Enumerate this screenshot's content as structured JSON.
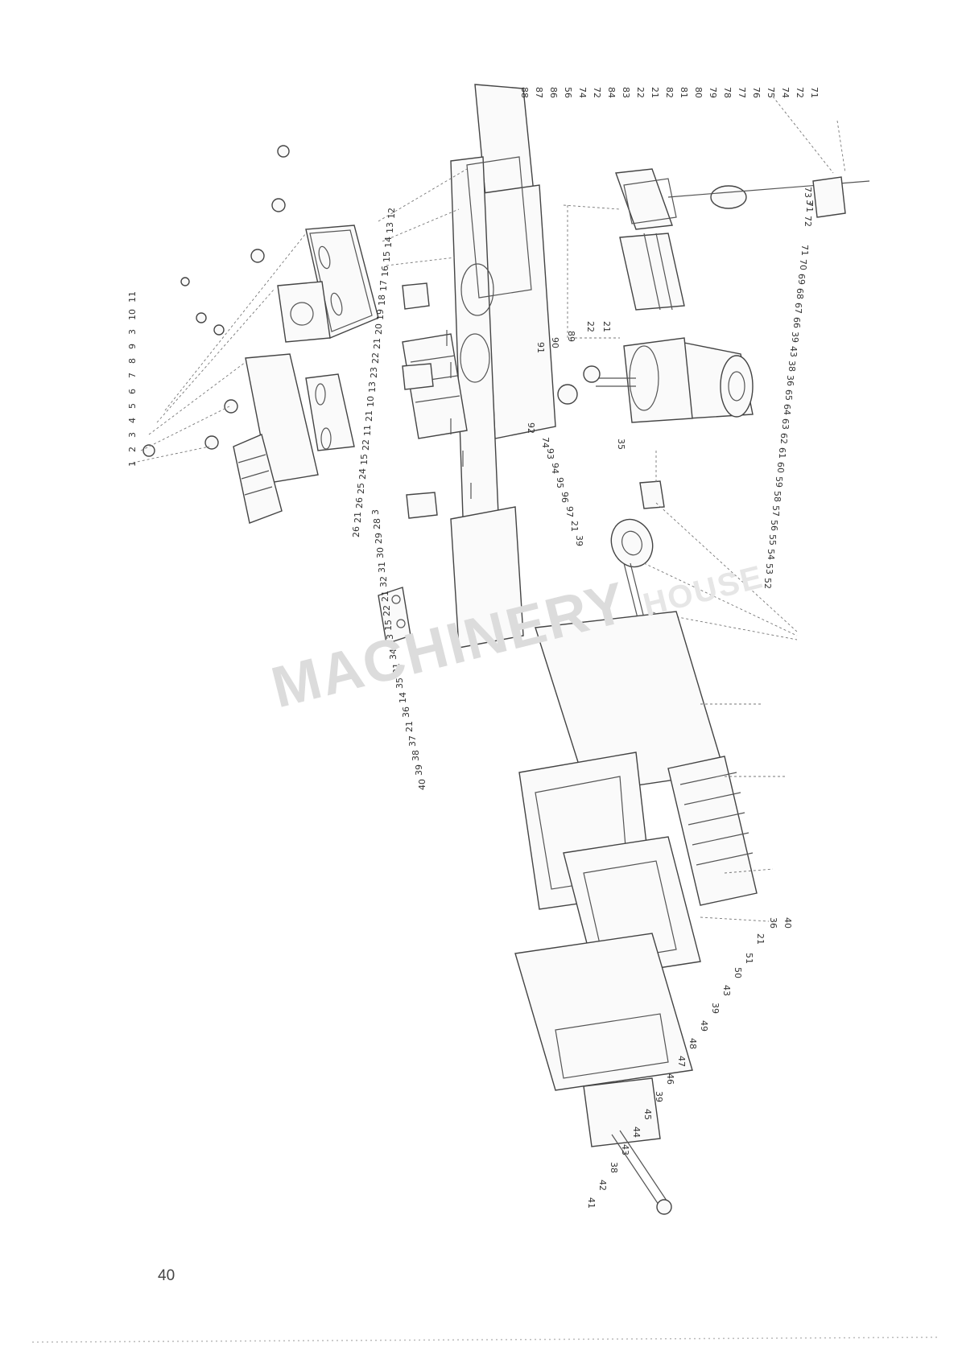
{
  "watermark": {
    "text": "MACHINERY",
    "tail": "HOUSE"
  },
  "page_number": "40",
  "callouts_upper_left": [
    "1",
    "2",
    "3",
    "4",
    "5",
    "6",
    "7",
    "8",
    "9",
    "3",
    "10",
    "11"
  ],
  "callouts_table_column": [
    "12",
    "13",
    "14",
    "15",
    "16",
    "17",
    "18",
    "19",
    "20",
    "21",
    "22",
    "23",
    "13",
    "10",
    "21",
    "11",
    "22",
    "15",
    "24",
    "25",
    "26",
    "21",
    "26",
    "3",
    "28",
    "29",
    "30",
    "31",
    "32",
    "21",
    "22",
    "15",
    "33",
    "34",
    "21",
    "35",
    "14",
    "36",
    "21",
    "37",
    "38",
    "39",
    "40"
  ],
  "callouts_right_column": [
    "88",
    "87",
    "86",
    "56",
    "74",
    "72",
    "84",
    "83",
    "22",
    "21",
    "82",
    "81",
    "80",
    "79",
    "78",
    "77",
    "76",
    "75",
    "74",
    "72",
    "71"
  ],
  "callouts_motor_column": [
    "71",
    "72",
    "73",
    "3",
    "71",
    "70",
    "69",
    "68",
    "67",
    "66",
    "39",
    "43",
    "38",
    "36",
    "65",
    "64",
    "63",
    "62",
    "61",
    "60",
    "59",
    "58",
    "57",
    "56",
    "55",
    "54",
    "53",
    "52"
  ],
  "callouts_mid": [
    "91",
    "90",
    "89",
    "22",
    "21",
    "92",
    "74",
    "93",
    "94",
    "95",
    "96",
    "97",
    "35",
    "21",
    "39"
  ],
  "callouts_lower_right": [
    "40",
    "36",
    "21",
    "51",
    "50",
    "43",
    "39",
    "49",
    "48",
    "47",
    "46",
    "39",
    "45",
    "44",
    "43",
    "38",
    "42",
    "41"
  ]
}
